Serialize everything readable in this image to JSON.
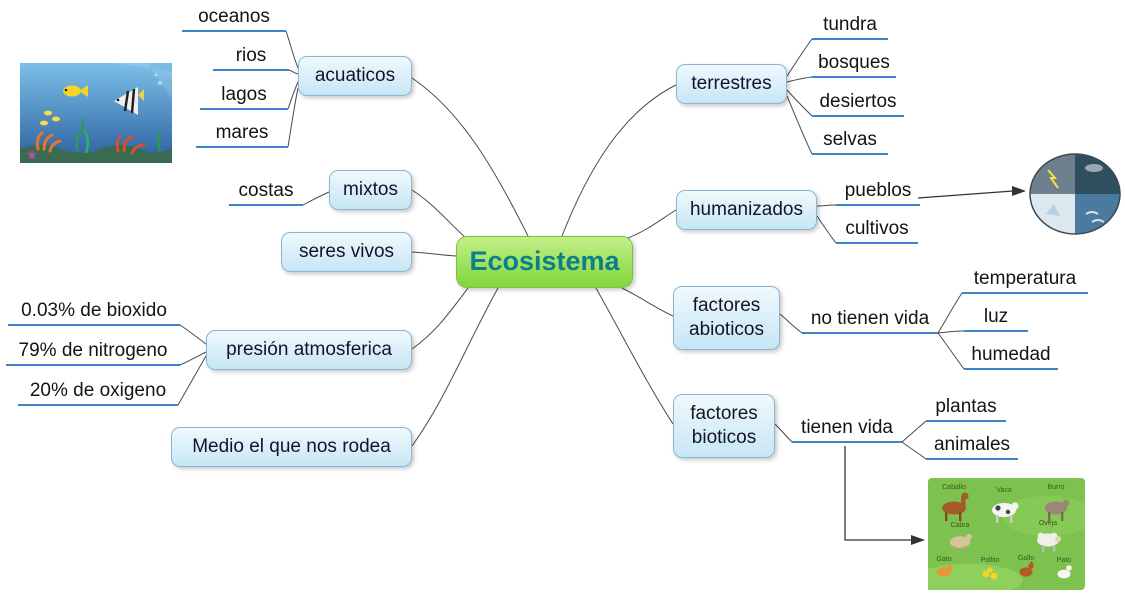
{
  "center": {
    "label": "Ecosistema"
  },
  "branches": [
    {
      "id": "acuaticos",
      "label": "acuaticos",
      "children": [
        "oceanos",
        "rios",
        "lagos",
        "mares"
      ]
    },
    {
      "id": "mixtos",
      "label": "mixtos",
      "children": [
        "costas"
      ]
    },
    {
      "id": "seres-vivos",
      "label": "seres vivos",
      "children": []
    },
    {
      "id": "presion-atmosferica",
      "label": "presión atmosferica",
      "children": [
        "0.03% de bioxido",
        "79% de nitrogeno",
        "20% de oxigeno"
      ]
    },
    {
      "id": "medio",
      "label": "Medio el que nos rodea",
      "children": []
    },
    {
      "id": "terrestres",
      "label": "terrestres",
      "children": [
        "tundra",
        "bosques",
        "desiertos",
        "selvas"
      ]
    },
    {
      "id": "humanizados",
      "label": "humanizados",
      "children": [
        "pueblos",
        "cultivos"
      ]
    },
    {
      "id": "factores-abioticos",
      "label": "factores abioticos",
      "link_label": "no tienen vida",
      "children": [
        "temperatura",
        "luz",
        "humedad"
      ]
    },
    {
      "id": "factores-bioticos",
      "label": "factores bioticos",
      "link_label": "tienen vida",
      "children": [
        "plantas",
        "animales"
      ]
    }
  ],
  "images": {
    "aquarium": {
      "name": "aquarium-underwater-scene"
    },
    "four_elements": {
      "name": "nature-elements-circle"
    },
    "farm": {
      "name": "farm-animals-scene",
      "labels": [
        "Caballo",
        "Vaca",
        "Burro",
        "Cabra",
        "Oveja",
        "Gato",
        "Pollito",
        "Gallo",
        "Pato"
      ]
    }
  },
  "colors": {
    "center_fill": "#7fd73c",
    "center_text": "#0d7f8a",
    "node_fill": "#d6ecf8",
    "node_border": "#8ab6d6",
    "underline": "#3f84c6",
    "connector": "#4a4a4a"
  }
}
